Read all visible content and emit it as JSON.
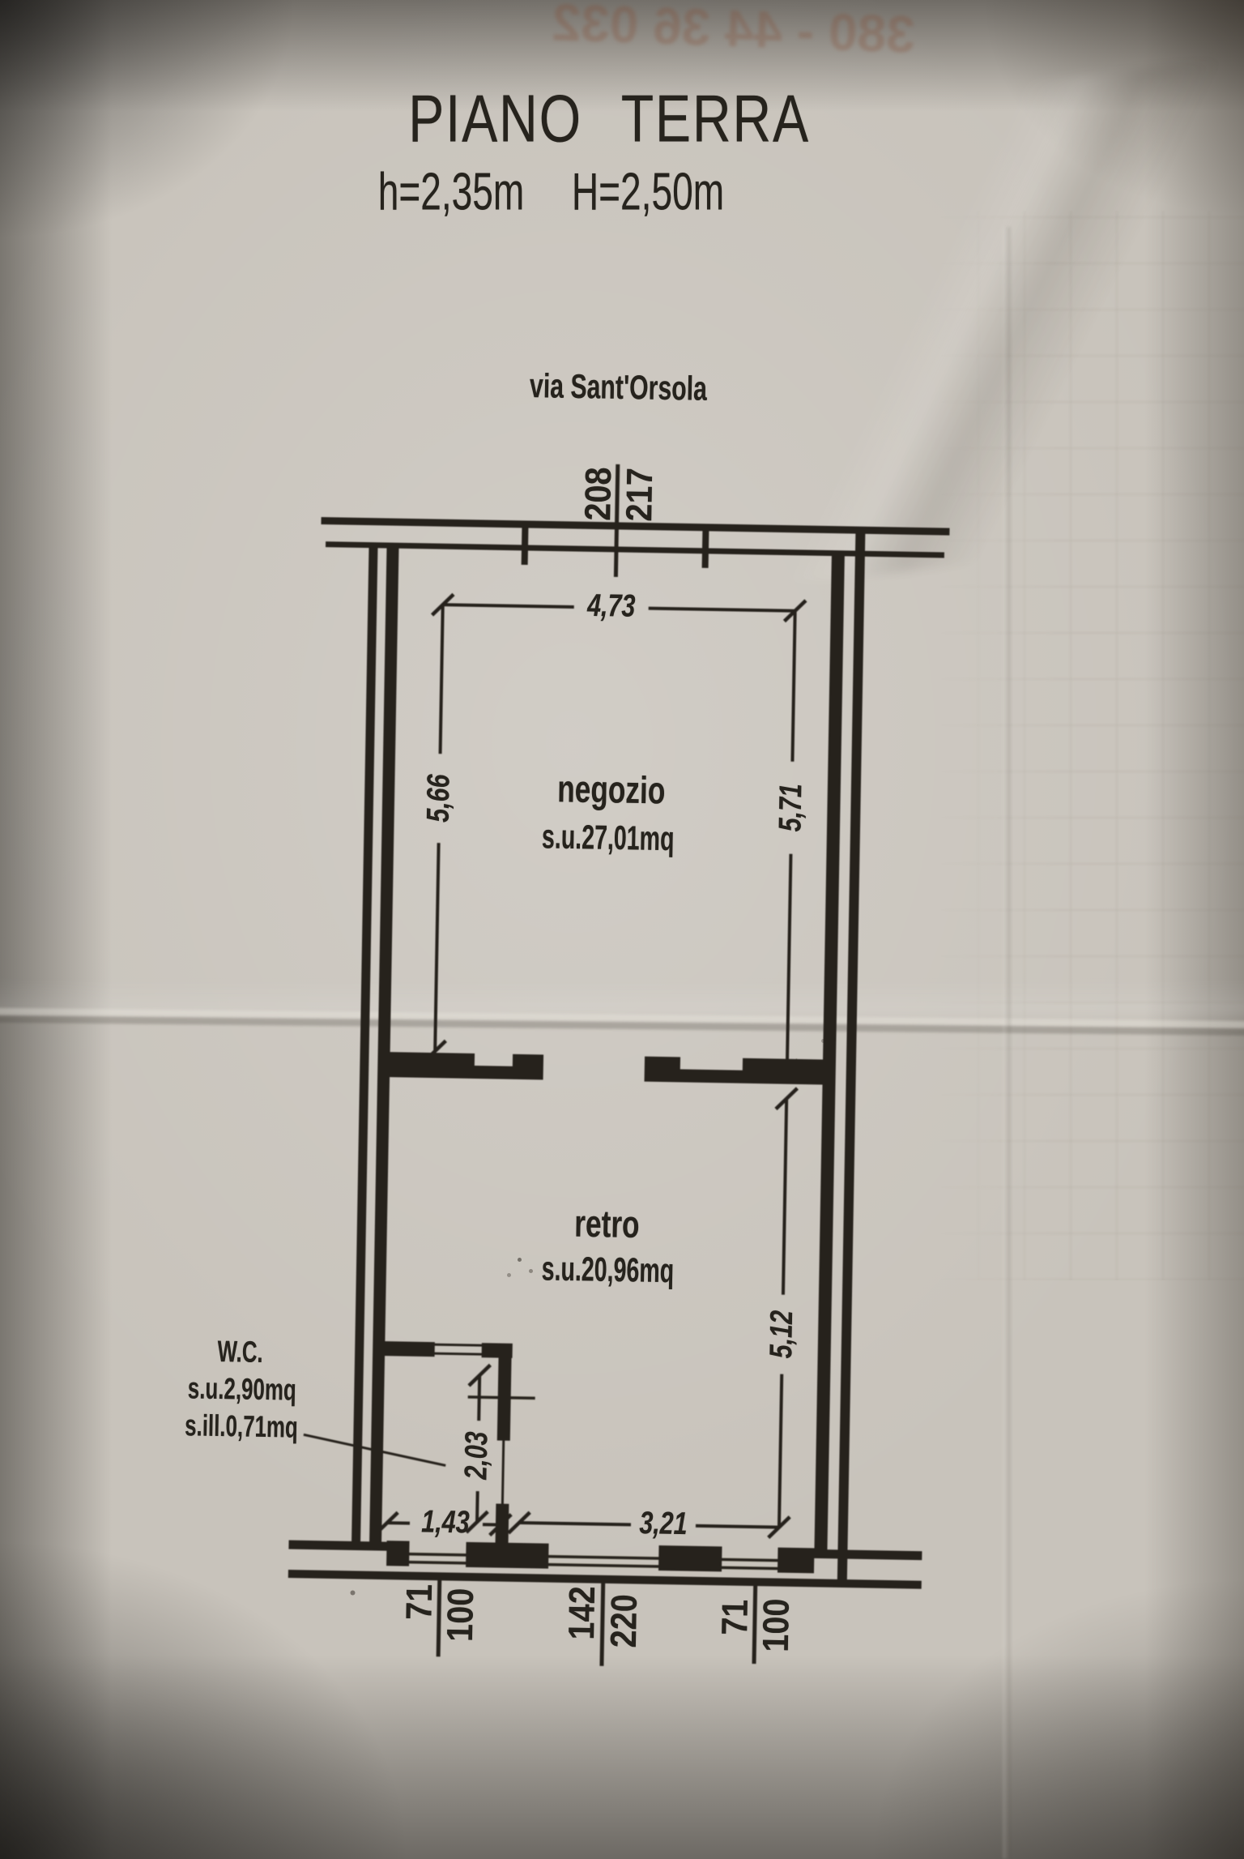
{
  "header": {
    "title": "PIANO TERRA",
    "interior_height": "h=2,35m",
    "gross_height": "H=2,50m"
  },
  "photo": {
    "handwriting_bleed": "380 - 44 36 032"
  },
  "plan": {
    "street_label": "via Sant'Orsola",
    "rooms": {
      "negozio": {
        "name": "negozio",
        "area": "s.u.27,01mq"
      },
      "retro": {
        "name": "retro",
        "area": "s.u.20,96mq"
      },
      "wc": {
        "name": "W.C.",
        "area": "s.u.2,90mq",
        "illuminated": "s.ill.0,71mq"
      }
    },
    "dims": {
      "entrance_w": "208",
      "entrance_h": "217",
      "shop_width": "4,73",
      "shop_left_depth": "5,66",
      "shop_right_depth": "5,71",
      "back_right_depth": "5,12",
      "wc_depth": "2,03",
      "wc_width": "1,43",
      "back_width": "3,21",
      "window_left_w": "71",
      "window_left_h": "100",
      "door_w": "142",
      "door_h": "220",
      "window_right_w": "71",
      "window_right_h": "100"
    }
  },
  "colors": {
    "ink": "#26231d",
    "paper": "#c8c3bb"
  }
}
